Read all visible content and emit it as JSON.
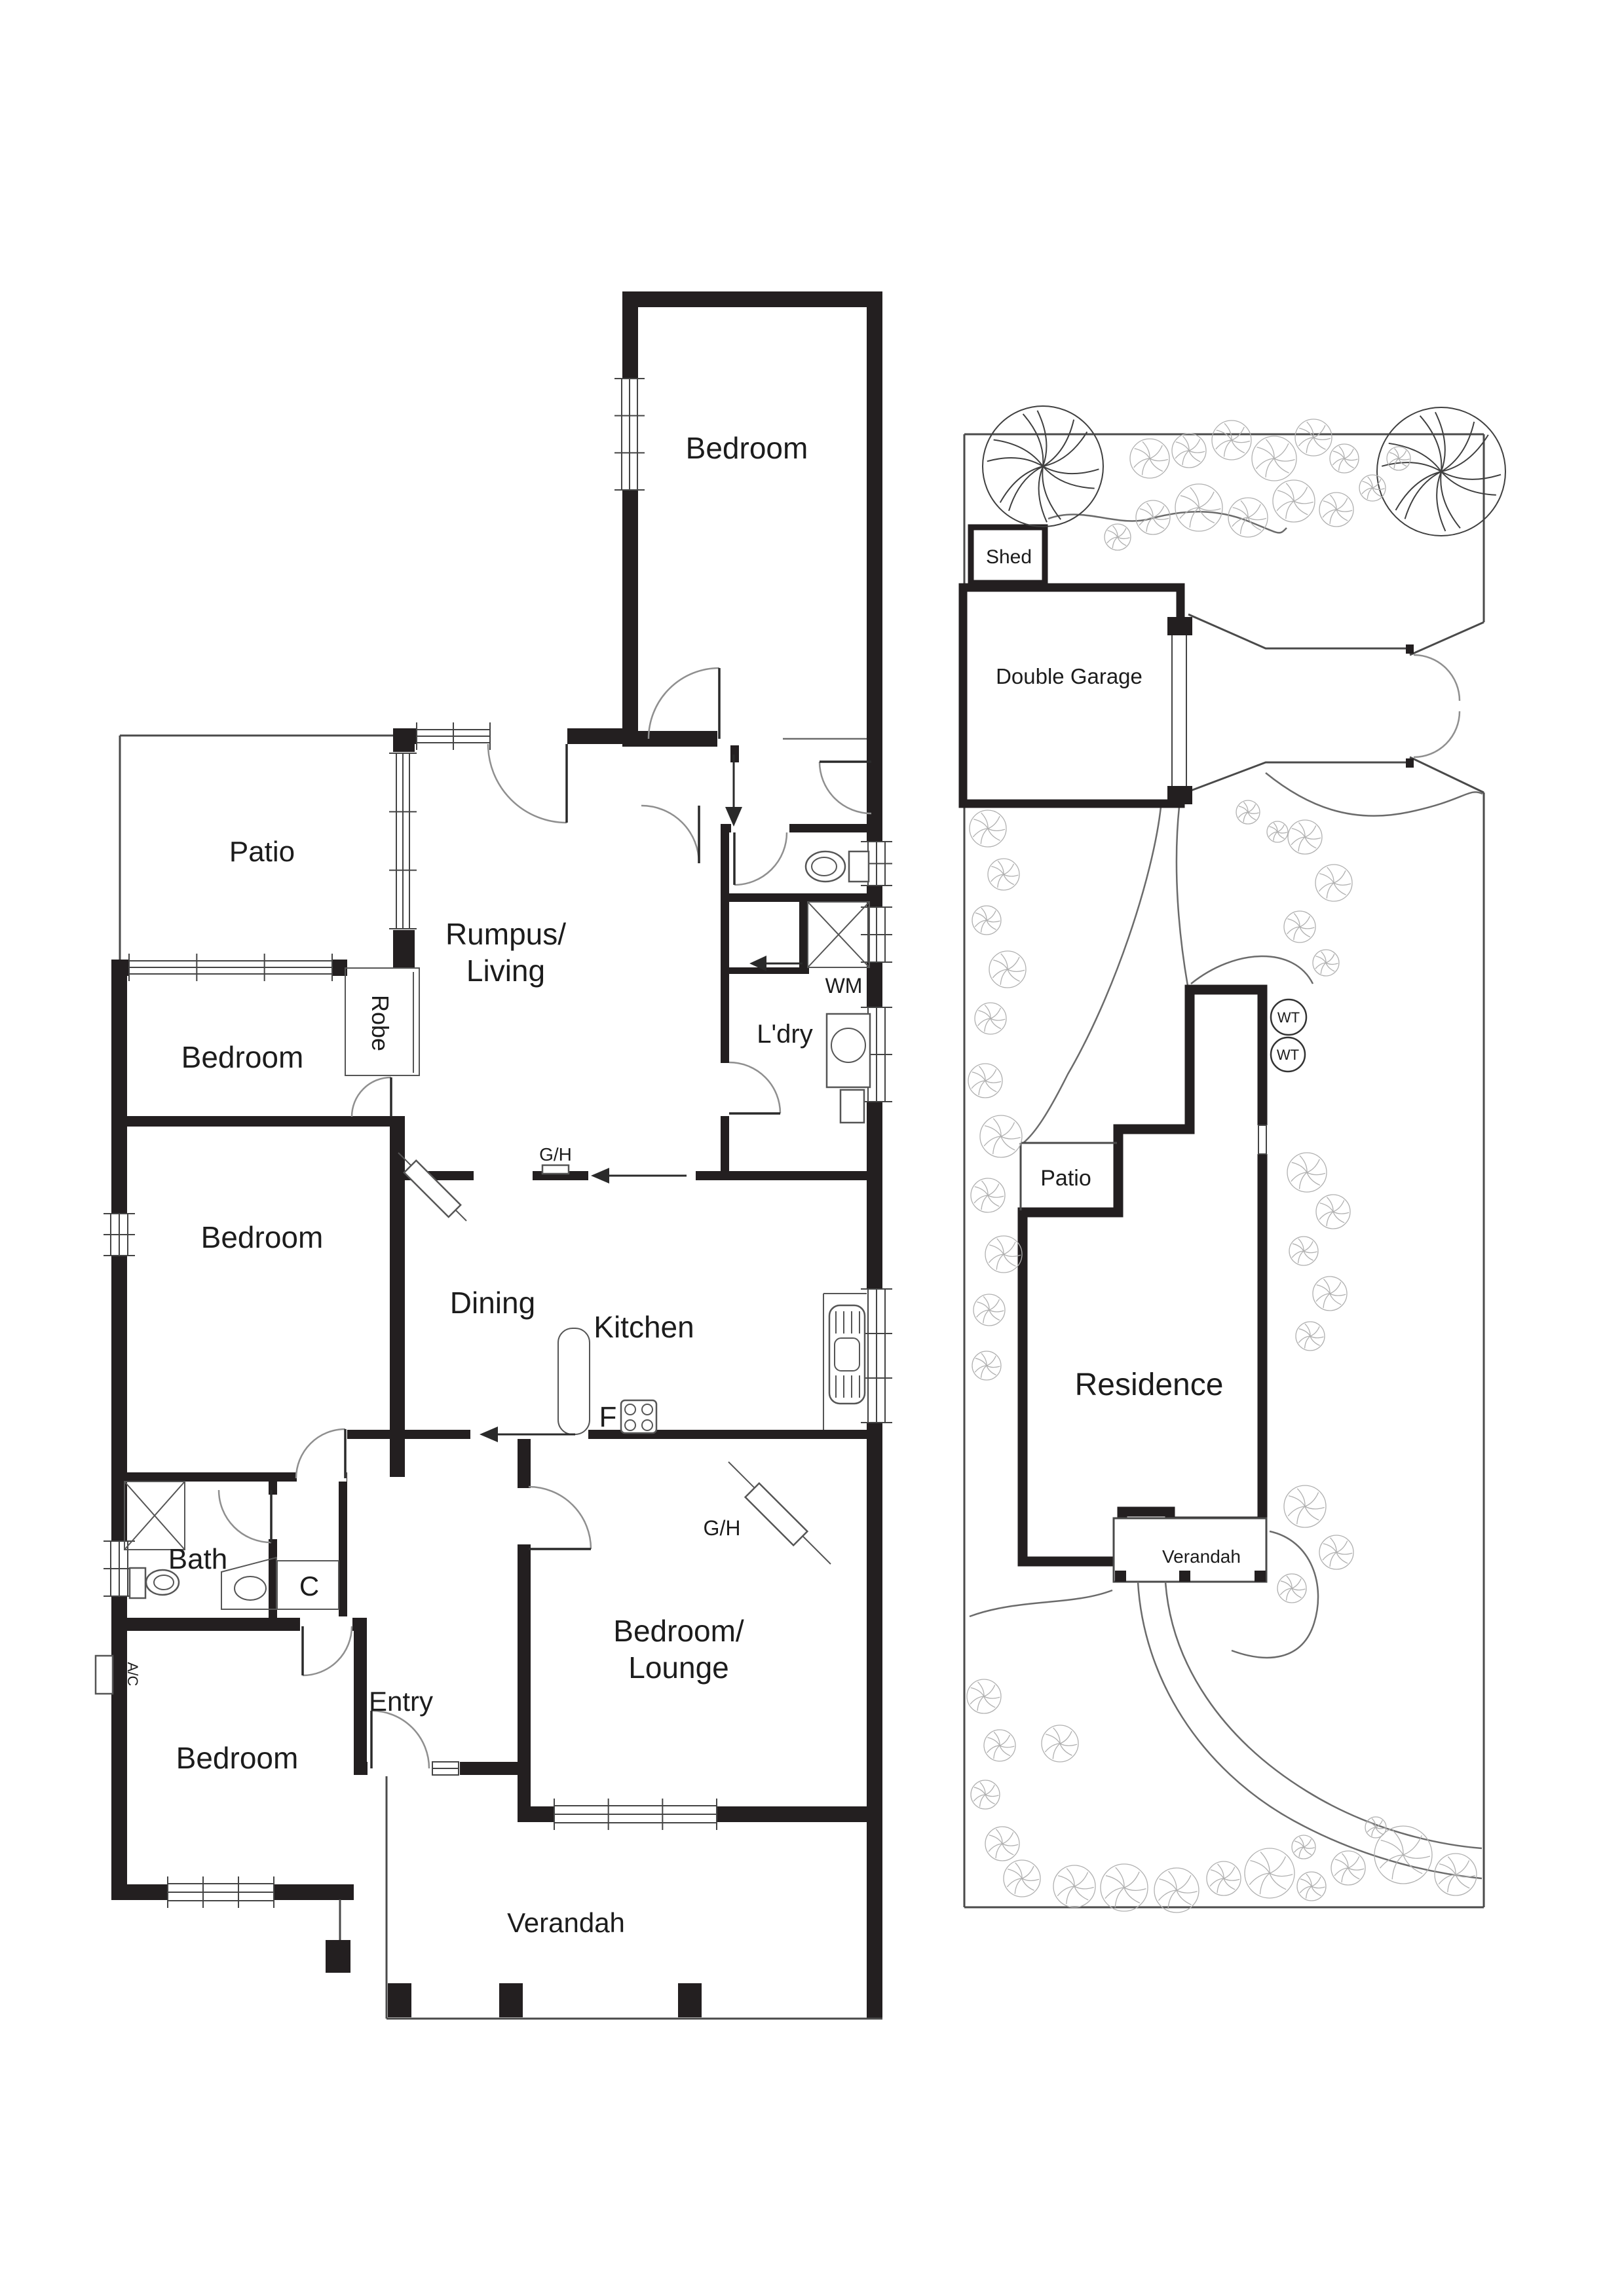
{
  "document": {
    "kind": "floor plan and site plan drawing"
  },
  "colors": {
    "walls": "#231f20",
    "thin_lines": "#4a4a4a",
    "landscape": "#b0b0b0",
    "background": "#ffffff"
  },
  "fp": {
    "bedroom1": "Bedroom",
    "patio": "Patio",
    "rumpus1": "Rumpus/",
    "rumpus2": "Living",
    "robe": "Robe",
    "wm": "WM",
    "ldry": "L'dry",
    "bedroom2": "Bedroom",
    "bedroom3": "Bedroom",
    "dining": "Dining",
    "kitchen": "Kitchen",
    "gh": "G/H",
    "gh2": "G/H",
    "f": "F",
    "bath": "Bath",
    "c": "C",
    "ac": "A/C",
    "entry": "Entry",
    "bedroom4": "Bedroom",
    "bl1": "Bedroom/",
    "bl2": "Lounge",
    "verandah": "Verandah"
  },
  "site": {
    "shed": "Shed",
    "garage": "Double Garage",
    "patio": "Patio",
    "residence": "Residence",
    "verandah": "Verandah",
    "wt1": "WT",
    "wt2": "WT"
  }
}
